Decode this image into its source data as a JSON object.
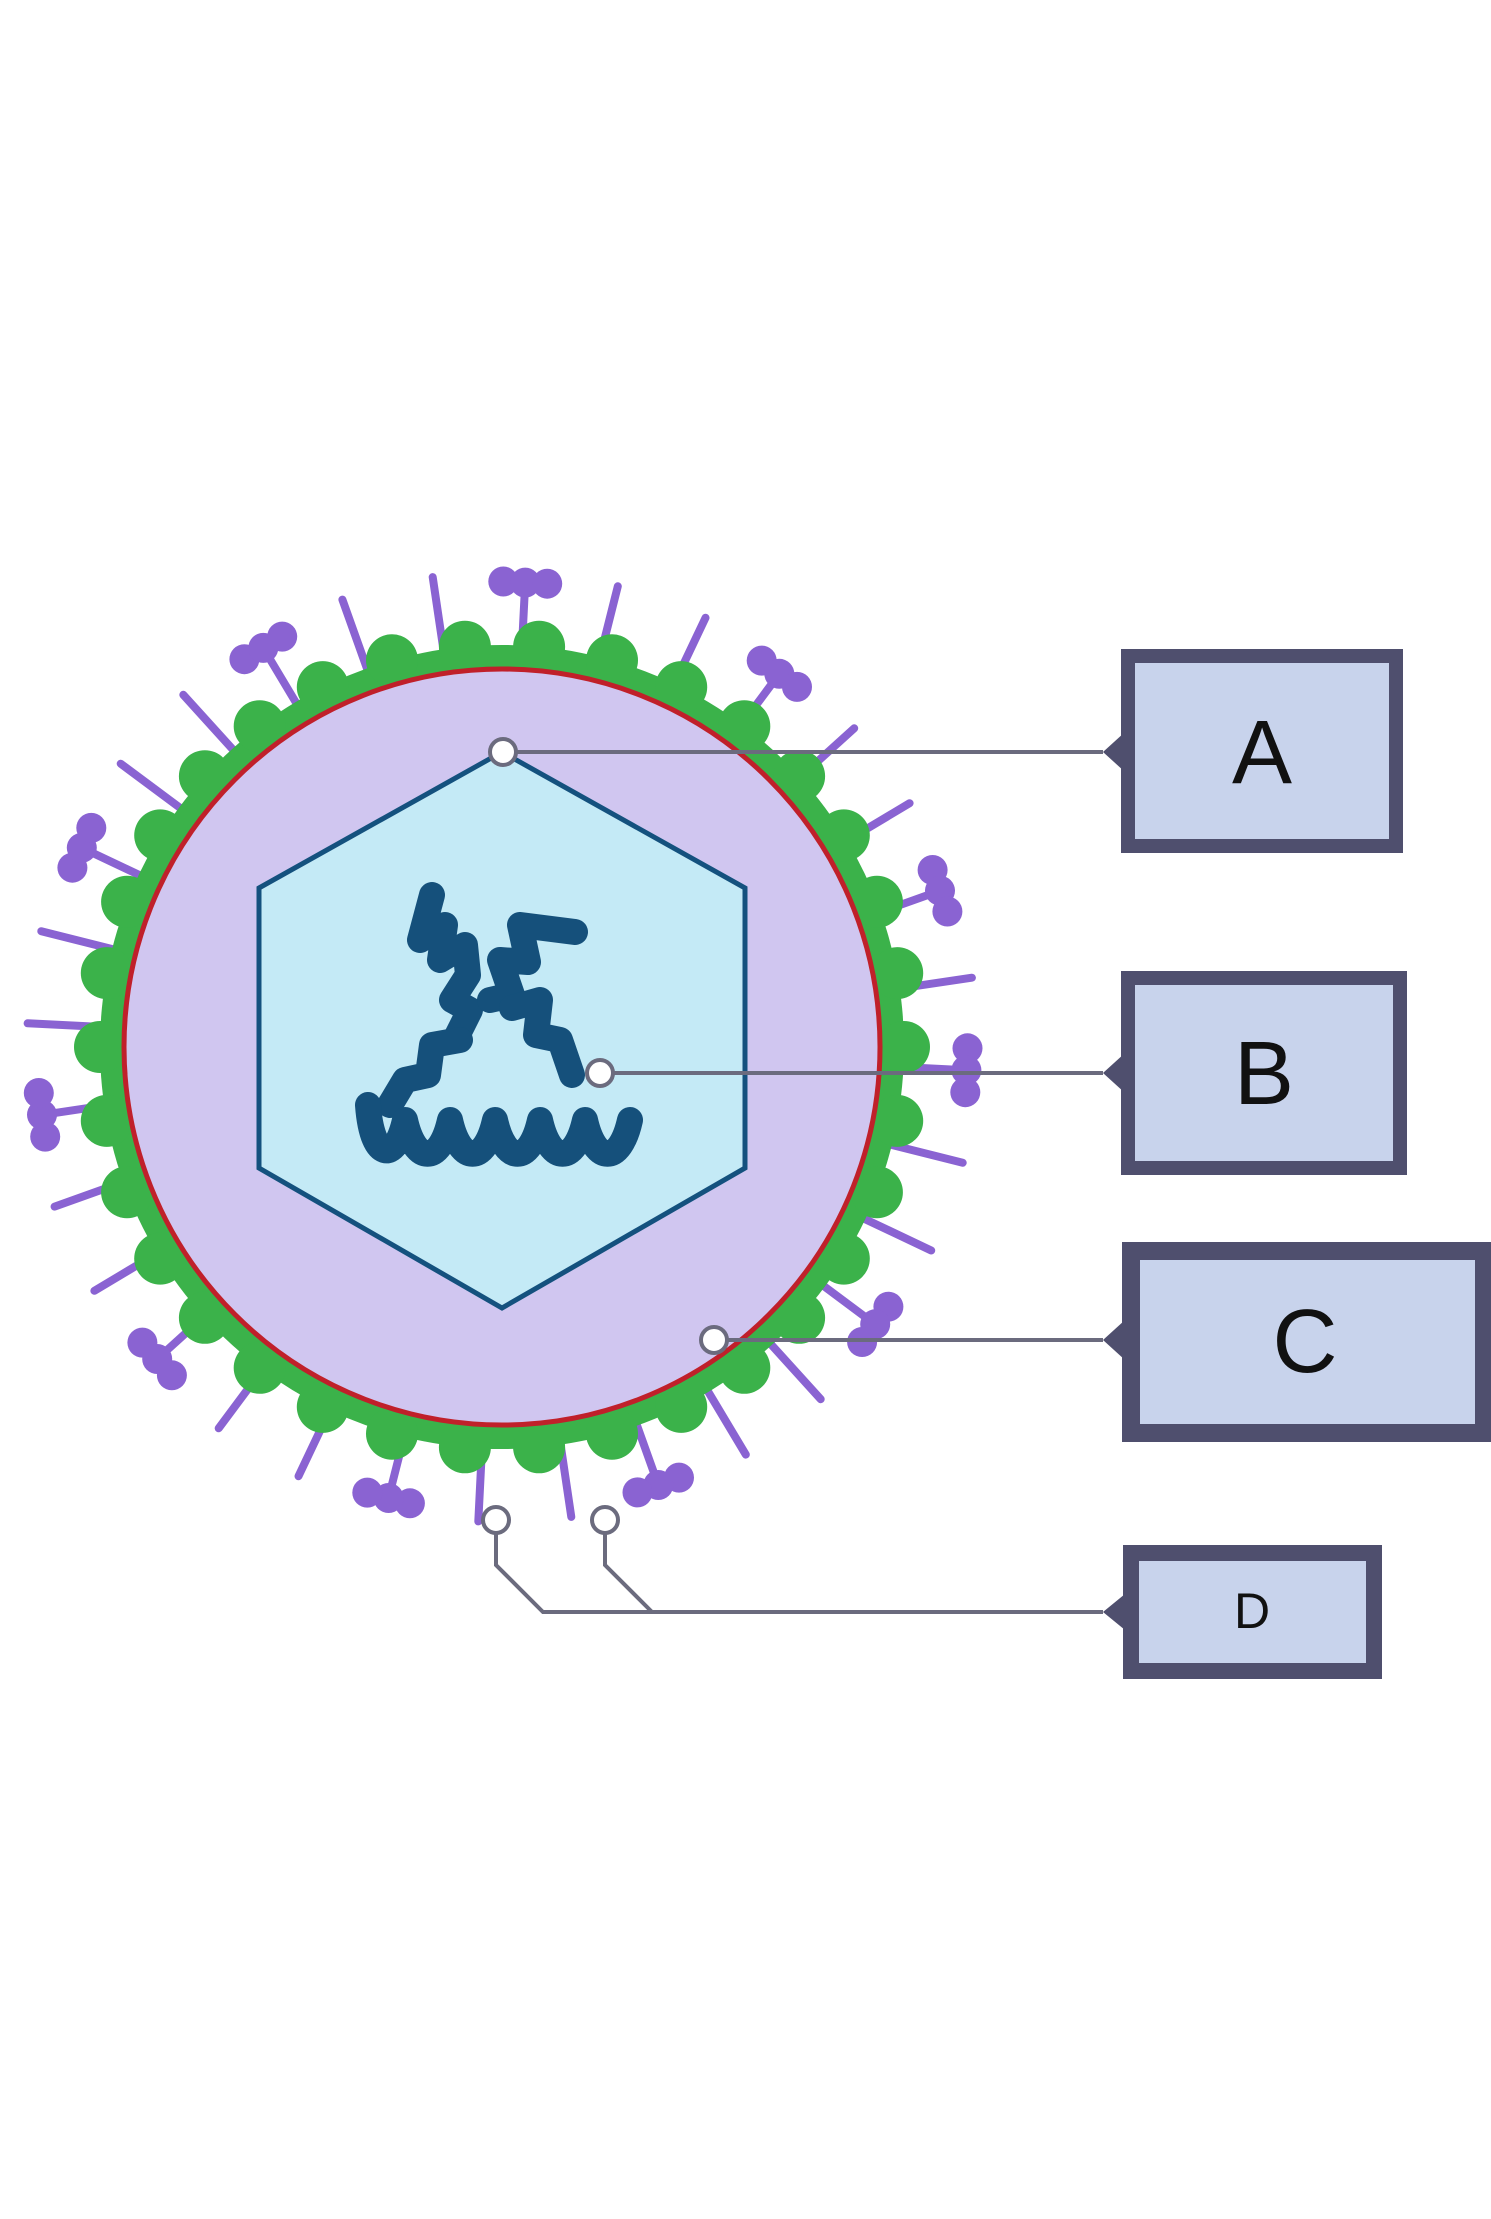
{
  "labels": {
    "a": "A",
    "b": "B",
    "c": "C",
    "d": "D"
  },
  "colors": {
    "background": "#ffffff",
    "label_box_fill": "#c8d3ec",
    "label_box_border": "#4f4f6e",
    "leader_line": "#6b6b7e",
    "envelope_glycoproteins": "#8a63d2",
    "matrix_layer": "#3bb24a",
    "membrane_outline": "#c0202a",
    "virion_interior": "#d0c6f0",
    "capsid_fill": "#c4eaf6",
    "capsid_outline": "#14517e",
    "genome": "#15507b"
  }
}
